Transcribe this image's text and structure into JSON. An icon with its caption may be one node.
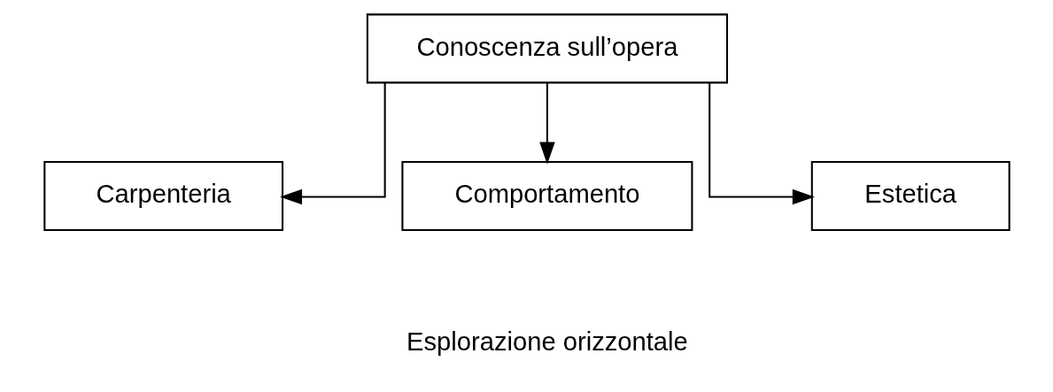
{
  "diagram": {
    "nodes": [
      {
        "text": [
          "Conoscenza sull’opera"
        ]
      },
      {
        "text": [
          "Carpenteria"
        ]
      },
      {
        "text": [
          "Comportamento"
        ]
      },
      {
        "text": [
          "Estetica"
        ]
      }
    ],
    "edges": [
      {
        "from": 0,
        "to": 1,
        "arrow": "to"
      },
      {
        "from": 0,
        "to": 2,
        "arrow": "to"
      },
      {
        "from": 0,
        "to": 3,
        "arrow": "to"
      }
    ],
    "labels": [
      "Esplorazione orizzontale"
    ]
  }
}
